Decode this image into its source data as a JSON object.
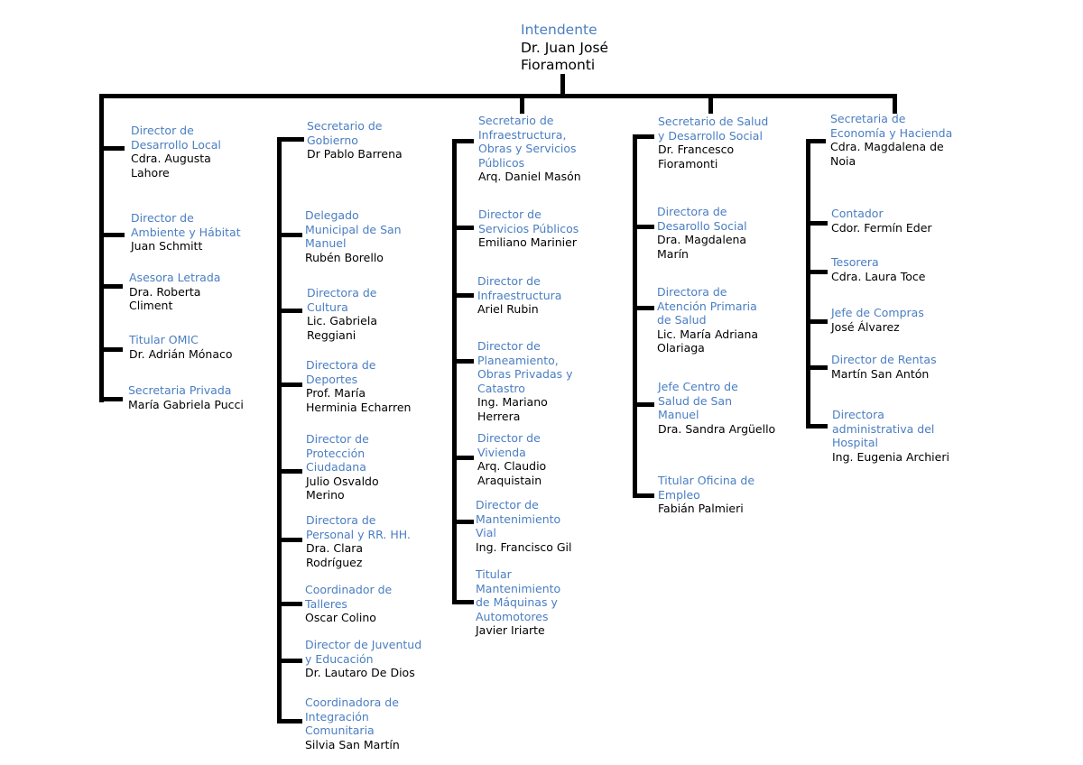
{
  "top": {
    "role": "Intendente",
    "name": "Dr. Juan José\nFioramonti"
  },
  "col1": [
    {
      "role": "Director de\nDesarrollo Local",
      "name": "Cdra. Augusta\nLahore"
    },
    {
      "role": "Director de\nAmbiente y Hábitat",
      "name": "Juan Schmitt"
    },
    {
      "role": "Asesora Letrada",
      "name": "Dra. Roberta\nCliment"
    },
    {
      "role": "Titular OMIC",
      "name": "Dr. Adrián Mónaco"
    },
    {
      "role": "Secretaria Privada",
      "name": "María Gabriela Pucci"
    }
  ],
  "col2": [
    {
      "role": "Secretario de\nGobierno",
      "name": "Dr Pablo Barrena"
    },
    {
      "role": "Delegado\nMunicipal de San\nManuel",
      "name": "Rubén Borello"
    },
    {
      "role": "Directora de\nCultura",
      "name": "Lic. Gabriela\nReggiani"
    },
    {
      "role": "Directora de\nDeportes",
      "name": "Prof. María\nHerminia Echarren"
    },
    {
      "role": "Director de\nProtección\nCiudadana",
      "name": "Julio Osvaldo\nMerino"
    },
    {
      "role": "Directora de\nPersonal y RR. HH.",
      "name": "Dra. Clara\nRodríguez"
    },
    {
      "role": "Coordinador de\nTalleres",
      "name": "Oscar Colino"
    },
    {
      "role": "Director de Juventud\ny Educación",
      "name": "Dr. Lautaro De Dios"
    },
    {
      "role": "Coordinadora de\nIntegración\nComunitaria",
      "name": "Silvia San Martín"
    }
  ],
  "col3": [
    {
      "role": "Secretario de\nInfraestructura,\nObras y Servicios\nPúblicos",
      "name": "Arq. Daniel Masón"
    },
    {
      "role": "Director de\nServicios Públicos",
      "name": "Emiliano Marinier"
    },
    {
      "role": "Director de\nInfraestructura",
      "name": "Ariel Rubin"
    },
    {
      "role": "Director de\nPlaneamiento,\nObras Privadas y\nCatastro",
      "name": "Ing. Mariano\nHerrera"
    },
    {
      "role": "Director de\nVivienda",
      "name": "Arq. Claudio\nAraquistain"
    },
    {
      "role": "Director de\nMantenimiento\nVial",
      "name": "Ing. Francisco Gil"
    },
    {
      "role": "Titular\nMantenimiento\nde Máquinas y\nAutomotores",
      "name": "Javier Iriarte"
    }
  ],
  "col4": [
    {
      "role": "Secretario de Salud\ny Desarrollo Social",
      "name": "Dr. Francesco\nFioramonti"
    },
    {
      "role": "Directora de\nDesarollo Social",
      "name": "Dra. Magdalena\nMarín"
    },
    {
      "role": "Directora de\nAtención Primaria\n de  Salud",
      "name": "Lic. María Adriana\nOlariaga"
    },
    {
      "role": "Jefe Centro de\nSalud de San\nManuel",
      "name": "Dra. Sandra Argüello"
    },
    {
      "role": "Titular Oficina de\nEmpleo",
      "name": "Fabián Palmieri"
    }
  ],
  "col5": [
    {
      "role": "Secretaria de\nEconomía y Hacienda",
      "name": "Cdra. Magdalena de\nNoia"
    },
    {
      "role": "Contador",
      "name": "Cdor. Fermín Eder"
    },
    {
      "role": "Tesorera",
      "name": "Cdra. Laura Toce"
    },
    {
      "role": "Jefe de Compras",
      "name": "José Álvarez"
    },
    {
      "role": "Director de Rentas",
      "name": "Martín San Antón"
    },
    {
      "role": "Directora\nadministrativa del\nHospital",
      "name": "Ing. Eugenia Archieri"
    }
  ]
}
